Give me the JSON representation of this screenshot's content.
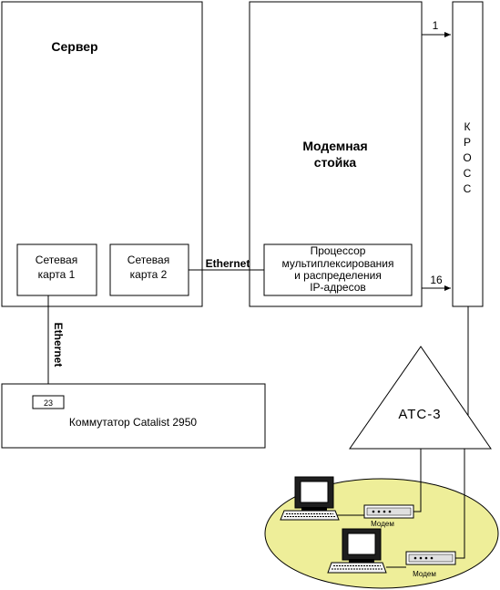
{
  "server": {
    "title": "Сервер"
  },
  "net_card_1": {
    "line1": "Сетевая",
    "line2": "карта 1"
  },
  "net_card_2": {
    "line1": "Сетевая",
    "line2": "карта 2"
  },
  "modem_rack": {
    "line1": "Модемная",
    "line2": "стойка"
  },
  "processor": {
    "line1": "Процессор",
    "line2": "мультиплексирования",
    "line3": "и распределения",
    "line4": "IP-адресов"
  },
  "cross": {
    "letters": [
      "К",
      "Р",
      "О",
      "С",
      "С"
    ]
  },
  "line_labels": {
    "top": "1",
    "bottom": "16"
  },
  "links": {
    "ethernet_horizontal": "Ethernet",
    "ethernet_vertical": "Ethernet"
  },
  "switch": {
    "label": "Коммутатор Catalist 2950",
    "port": "23"
  },
  "ats": {
    "label": "АТС-3"
  },
  "modems": [
    {
      "label": "Модем"
    },
    {
      "label": "Модем"
    }
  ],
  "colors": {
    "client_zone": "#eeee99",
    "monitor_screen": "#ffffff",
    "line": "#000000"
  }
}
